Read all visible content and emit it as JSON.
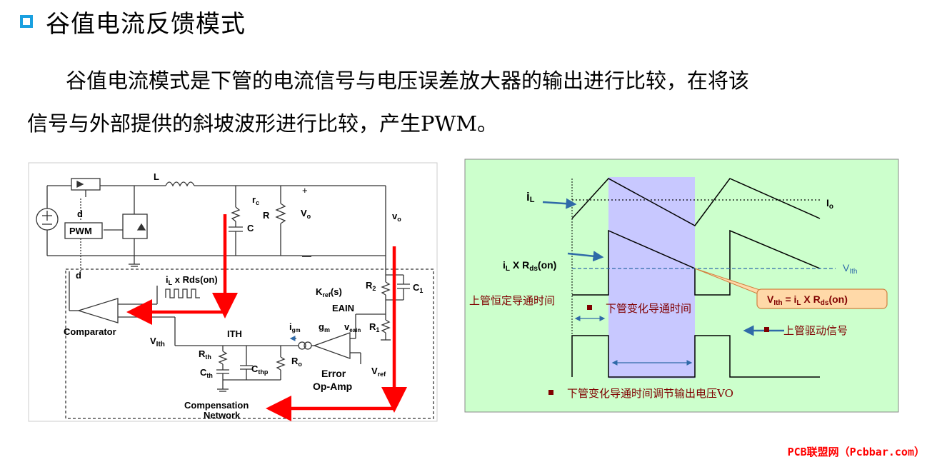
{
  "title": "谷值电流反馈模式",
  "paragraph_line1": "谷值电流模式是下管的电流信号与电压误差放大器的输出进行比较，在将该",
  "paragraph_line2": "信号与外部提供的斜坡波形进行比较，产生PWM。",
  "circuit": {
    "L": "L",
    "rc": "r",
    "rc_sub": "c",
    "C": "C",
    "R": "R",
    "Vo": "V",
    "Vo_sub": "o",
    "vo_hat": "v",
    "vo_hat_sub": "o",
    "plus": "+",
    "minus": "—",
    "d_top": "d",
    "pwm": "PWM",
    "d_left": "d",
    "il_rds": "i",
    "il_rds_sub": "L",
    "il_rds_rest": " x Rds(on)",
    "kref": "K",
    "kref_sub": "ref",
    "kref_rest": "(s)",
    "R2": "R",
    "R2_sub": "2",
    "C1": "C",
    "C1_sub": "1",
    "eain": "EAIN",
    "R1": "R",
    "R1_sub": "1",
    "comparator": "Comparator",
    "vith": "V",
    "vith_sub": "Ith",
    "ith": "ITH",
    "igm": "i",
    "igm_sub": "gm",
    "gm": "g",
    "gm_sub": "m",
    "veain": "v",
    "veain_sub": "eain",
    "rth": "R",
    "rth_sub": "th",
    "cth": "C",
    "cth_sub": "th",
    "cthp": "C",
    "cthp_sub": "thp",
    "ro": "R",
    "ro_sub": "o",
    "error_amp_1": "Error",
    "error_amp_2": "Op-Amp",
    "vref": "V",
    "vref_sub": "ref",
    "comp_net_1": "Compensation",
    "comp_net_2": "Network"
  },
  "waveform": {
    "iL": "i",
    "iL_sub": "L",
    "Io": "I",
    "Io_sub": "o",
    "ilrds": "i",
    "ilrds_sub": "L",
    "ilrds_mid": " X R",
    "ilrds_sub2": "ds",
    "ilrds_end": "(on)",
    "vith": "V",
    "vith_sub": "Ith",
    "callout_v": "V",
    "callout_sub": "Ith",
    "callout_mid": " = i",
    "callout_sub2": "L",
    "callout_mid2": " X R",
    "callout_sub3": "ds",
    "callout_end": "(on)",
    "upper_const": "上管恒定导通时间",
    "lower_var": "下管变化导通时间",
    "upper_drive": "上管驱动信号",
    "bottom_note": "下管变化导通时间调节输出电压VO"
  },
  "watermark": "PCB联盟网（Pcbbar.com）",
  "colors": {
    "accent": "#1aa0e0",
    "panel_bg": "#ccffcc",
    "highlight": "#c8c8ff",
    "red": "#ff0000",
    "callout": "#ffd9a8"
  }
}
